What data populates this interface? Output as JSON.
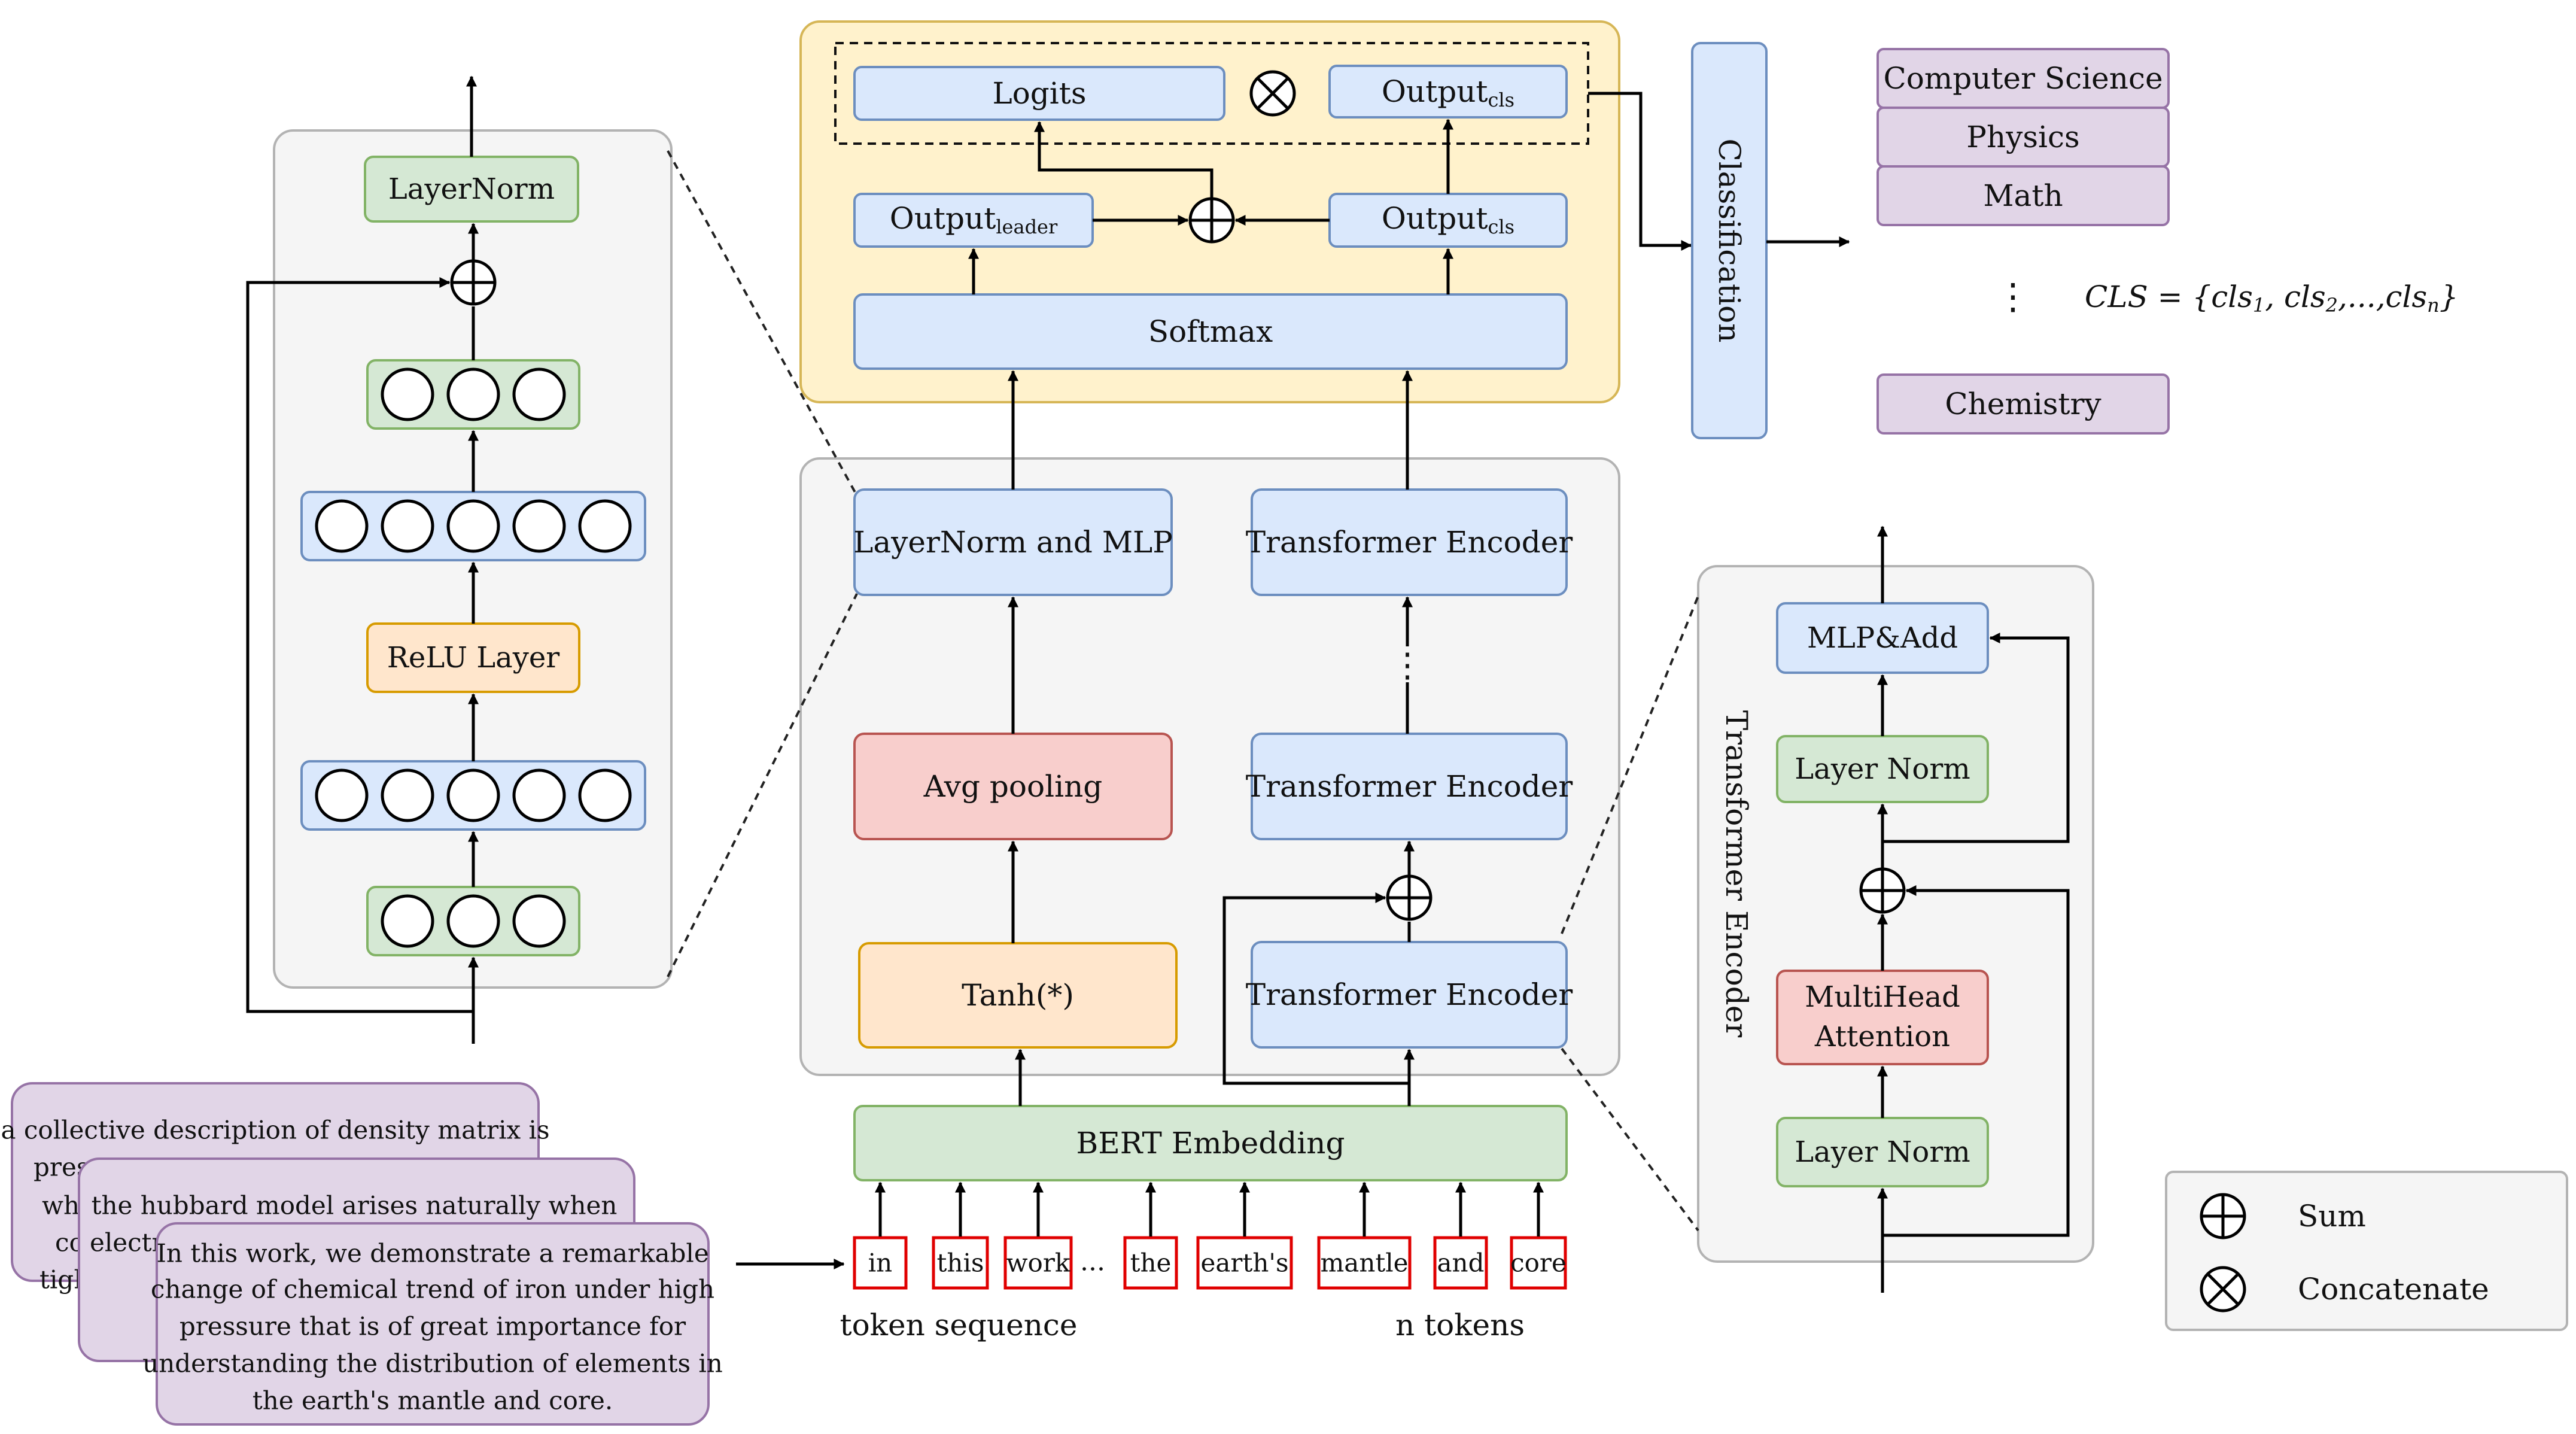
{
  "colors": {
    "blue_fill": "#dae8fc",
    "blue_stroke": "#6c8ebf",
    "green_fill": "#d5e8d4",
    "green_stroke": "#82b366",
    "orange_fill": "#ffe6cc",
    "orange_stroke": "#d79b00",
    "red_fill": "#f8cecc",
    "red_stroke": "#b85450",
    "purple_fill": "#e1d5e7",
    "purple_stroke": "#9673a6",
    "yellow_fill": "#fff2cc",
    "yellow_stroke": "#d6b656",
    "gray_fill": "#f5f5f5",
    "gray_stroke": "#b3b3b3",
    "token_stroke": "#e00000"
  },
  "left_panel": {
    "layernorm": "LayerNorm",
    "relu": "ReLU Layer"
  },
  "center": {
    "layernorm_mlp": "LayerNorm and MLP",
    "avg_pooling": "Avg pooling",
    "tanh": "Tanh(*)",
    "encoder_top": "Transformer Encoder",
    "encoder_mid": "Transformer Encoder",
    "encoder_bottom": "Transformer Encoder",
    "ellipsis": "⋮",
    "bert_embedding": "BERT Embedding"
  },
  "top": {
    "logits": "Logits",
    "output_cls_main": "Output",
    "output_cls_sub": "cls",
    "output_leader_main": "Output",
    "output_leader_sub": "leader",
    "output_cls2_main": "Output",
    "output_cls2_sub": "cls",
    "softmax": "Softmax"
  },
  "classification": "Classification",
  "classes": [
    "Computer Science",
    "Physics",
    "Math",
    "Chemistry"
  ],
  "classes_ellipsis": "⋮",
  "cls_formula": {
    "prefix": "CLS = {cls",
    "s1": "1",
    "mid1": ", cls",
    "s2": "2",
    "mid2": ",...,cls",
    "sn": "n",
    "suffix": "}"
  },
  "right_panel": {
    "title": "Transformer Encoder",
    "mlp_add": "MLP&Add",
    "layer_norm_top": "Layer Norm",
    "multihead_line1": "MultiHead",
    "multihead_line2": "Attention",
    "layer_norm_bottom": "Layer Norm"
  },
  "documents": {
    "doc1": [
      "a collective description of density matrix is",
      "press",
      "wh",
      "co",
      "tight-"
    ],
    "doc2": [
      "the hubbard model arises naturally when",
      "electro"
    ],
    "doc3": [
      "In this work, we demonstrate a remarkable",
      "change of chemical trend of iron under high",
      "pressure that is of great importance for",
      "understanding the distribution of elements in",
      "the earth's mantle and core."
    ]
  },
  "tokens": [
    "in",
    "this",
    "work",
    "the",
    "earth's",
    "mantle",
    "and",
    "core"
  ],
  "tokens_ellipsis": "...",
  "token_sequence_label": "token sequence",
  "n_tokens_label": "n tokens",
  "legend": {
    "sum": "Sum",
    "concatenate": "Concatenate"
  }
}
